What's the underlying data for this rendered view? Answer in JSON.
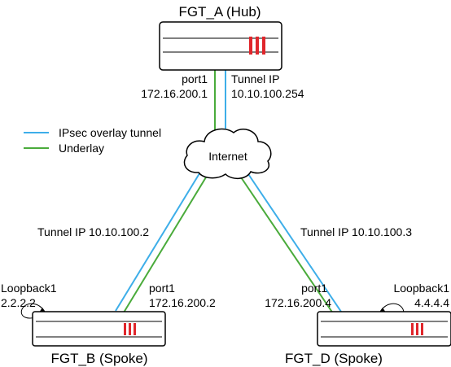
{
  "colors": {
    "ipsec_tunnel": "#3daee9",
    "underlay": "#4aab3b",
    "device_logo": "#e0262b"
  },
  "legend": {
    "ipsec": "IPsec overlay tunnel",
    "underlay": "Underlay"
  },
  "cloud": {
    "label": "Internet",
    "icon": "cloud-icon"
  },
  "devices": {
    "hub": {
      "name": "FGT_A (Hub)",
      "port_name": "port1",
      "port_ip": "172.16.200.1",
      "tunnel_label": "Tunnel IP",
      "tunnel_ip": "10.10.100.254"
    },
    "spoke_b": {
      "name": "FGT_B (Spoke)",
      "tunnel": "Tunnel IP 10.10.100.2",
      "port_name": "port1",
      "port_ip": "172.16.200.2",
      "loopback_name": "Loopback1",
      "loopback_ip": "2.2.2.2"
    },
    "spoke_d": {
      "name": "FGT_D (Spoke)",
      "tunnel": "Tunnel IP 10.10.100.3",
      "port_name": "port1",
      "port_ip": "172.16.200.4",
      "loopback_name": "Loopback1",
      "loopback_ip": "4.4.4.4"
    }
  }
}
